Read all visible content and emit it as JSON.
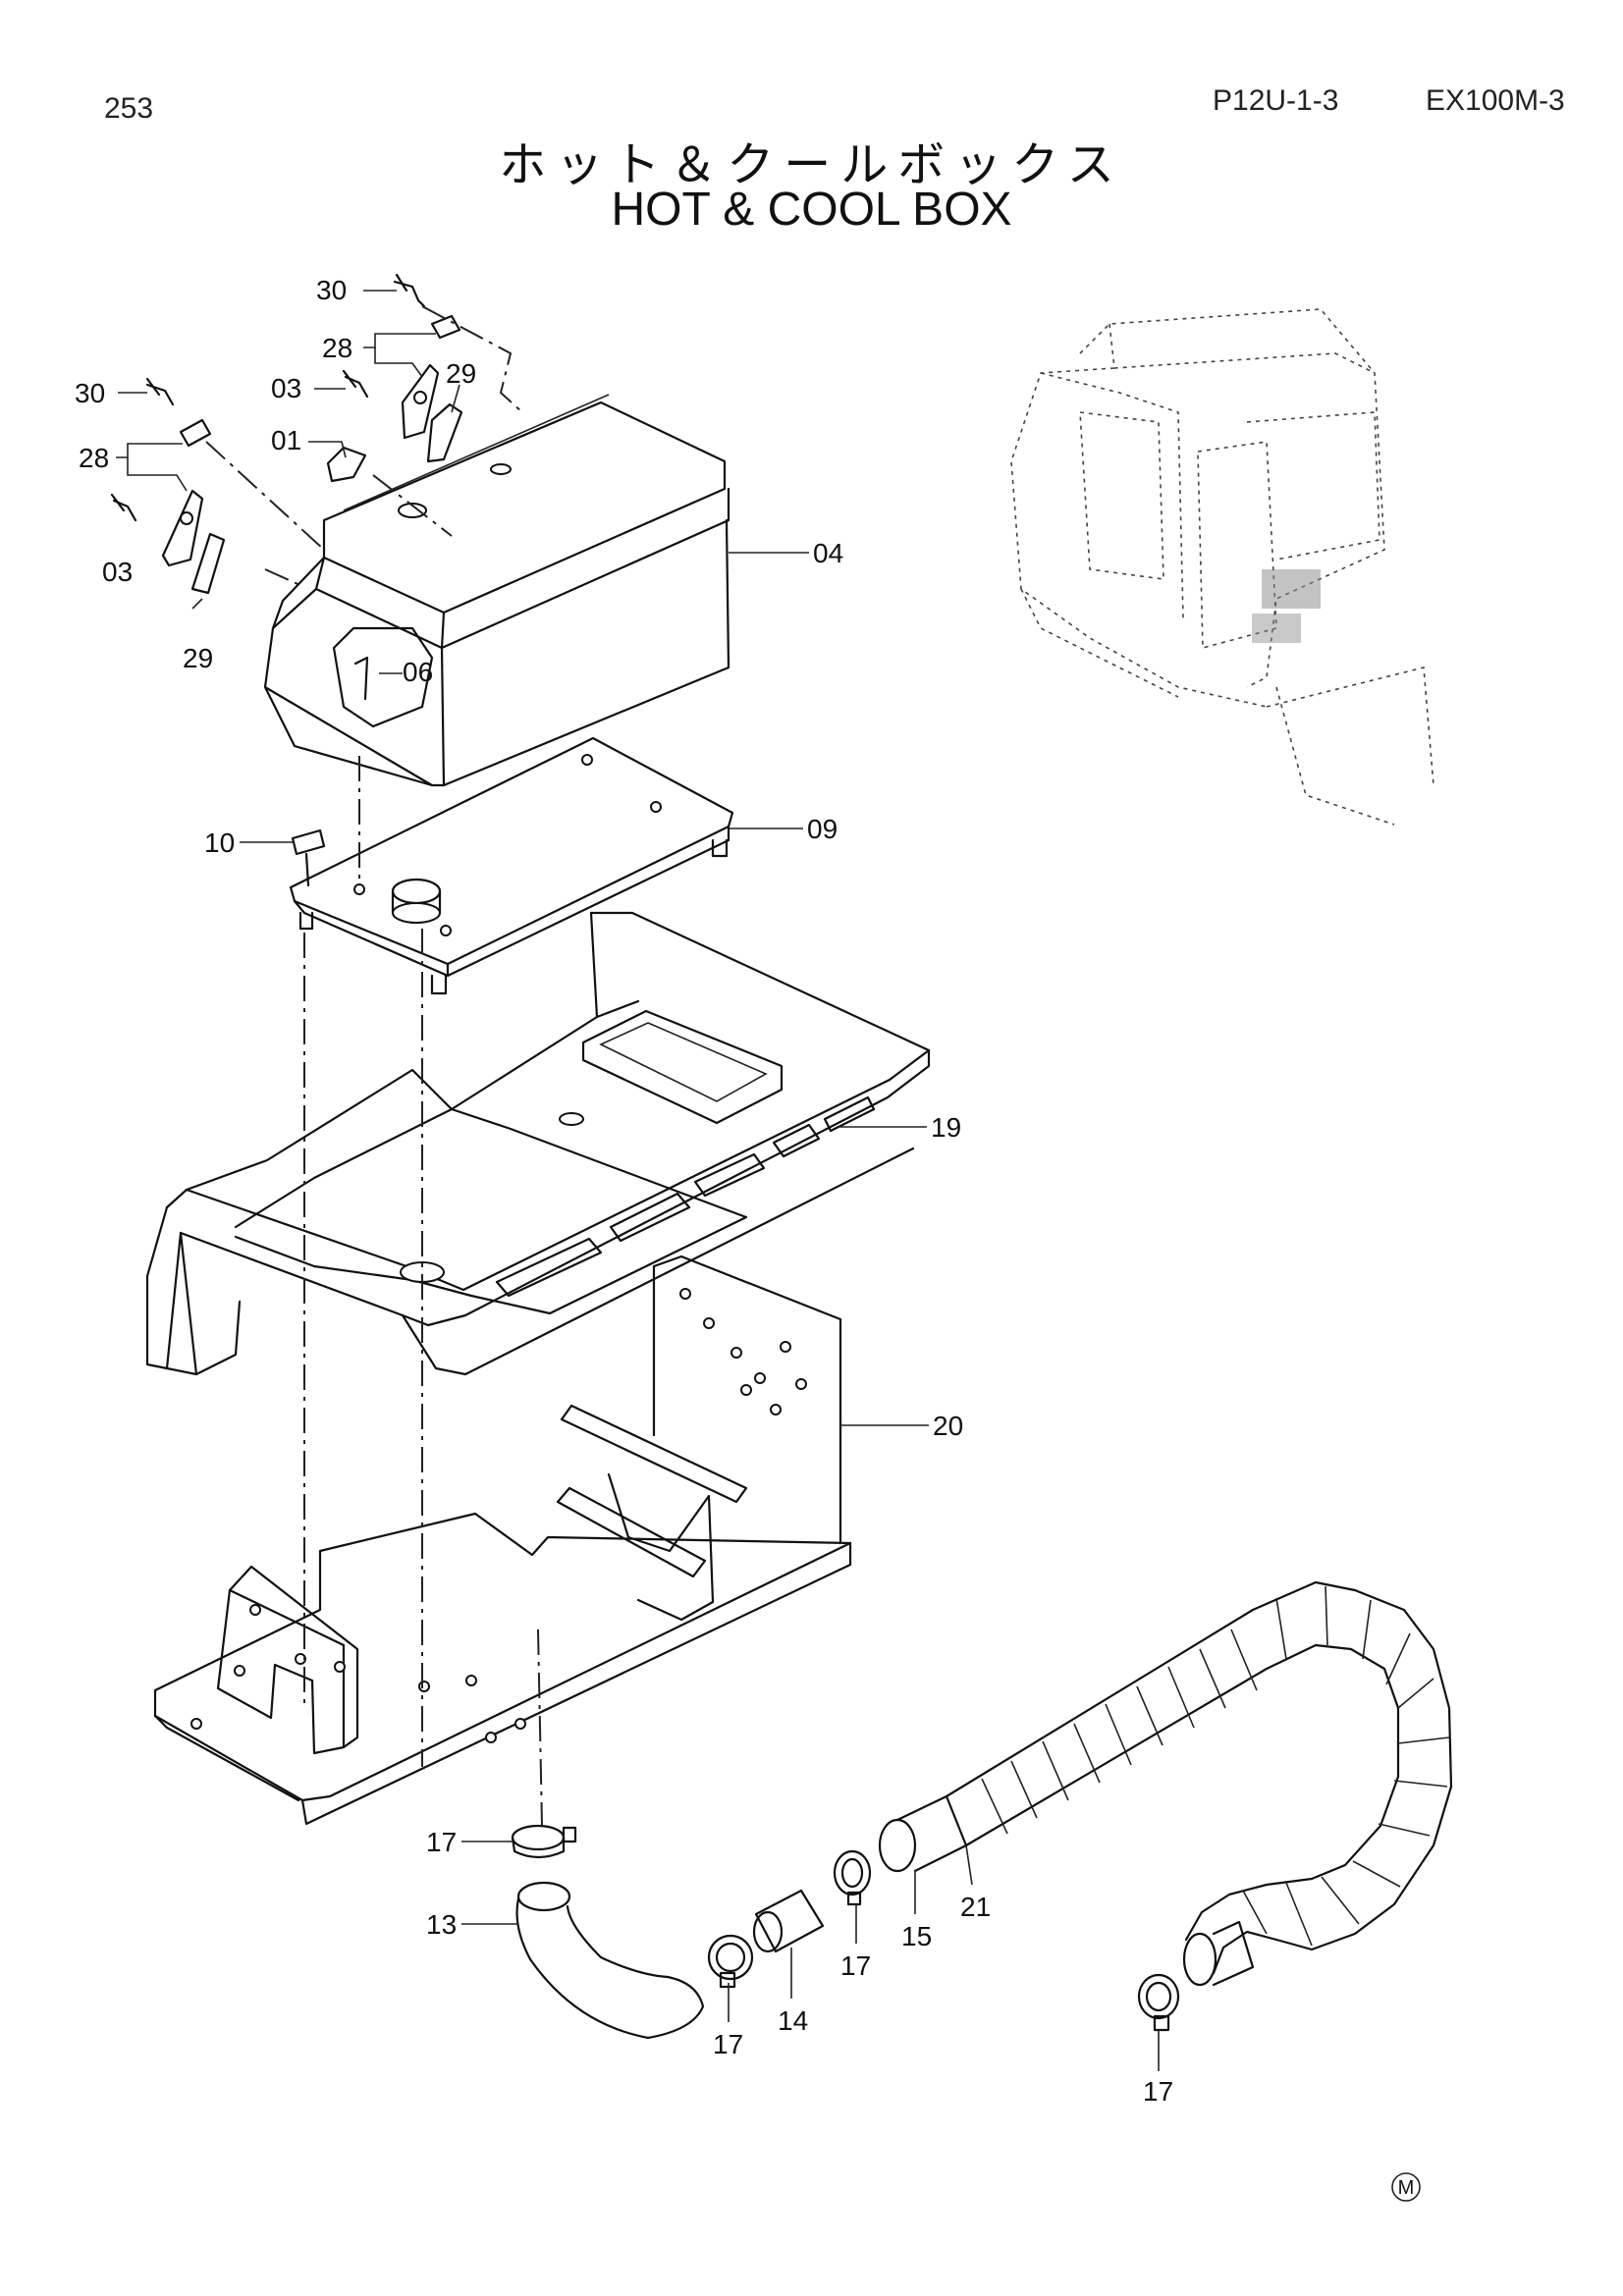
{
  "header": {
    "page_number": "253",
    "code_left": "P12U-1-3",
    "code_right": "EX100M-3",
    "title_jp": "ホット＆クールボックス",
    "title_en": "HOT & COOL  BOX"
  },
  "callouts": [
    {
      "id": "c30a",
      "label": "30"
    },
    {
      "id": "c28a",
      "label": "28"
    },
    {
      "id": "c03a",
      "label": "03"
    },
    {
      "id": "c29a",
      "label": "29"
    },
    {
      "id": "c30b",
      "label": "30"
    },
    {
      "id": "c01",
      "label": "01"
    },
    {
      "id": "c28b",
      "label": "28"
    },
    {
      "id": "c03b",
      "label": "03"
    },
    {
      "id": "c29b",
      "label": "29"
    },
    {
      "id": "c04",
      "label": "04"
    },
    {
      "id": "c06",
      "label": "06"
    },
    {
      "id": "c10",
      "label": "10"
    },
    {
      "id": "c09",
      "label": "09"
    },
    {
      "id": "c19",
      "label": "19"
    },
    {
      "id": "c20",
      "label": "20"
    },
    {
      "id": "c17a",
      "label": "17"
    },
    {
      "id": "c13",
      "label": "13"
    },
    {
      "id": "c17b",
      "label": "17"
    },
    {
      "id": "c14",
      "label": "14"
    },
    {
      "id": "c17c",
      "label": "17"
    },
    {
      "id": "c15",
      "label": "15"
    },
    {
      "id": "c21",
      "label": "21"
    },
    {
      "id": "c17d",
      "label": "17"
    }
  ],
  "footer_mark": "M",
  "colors": {
    "ink": "#111111",
    "paper": "#ffffff"
  }
}
